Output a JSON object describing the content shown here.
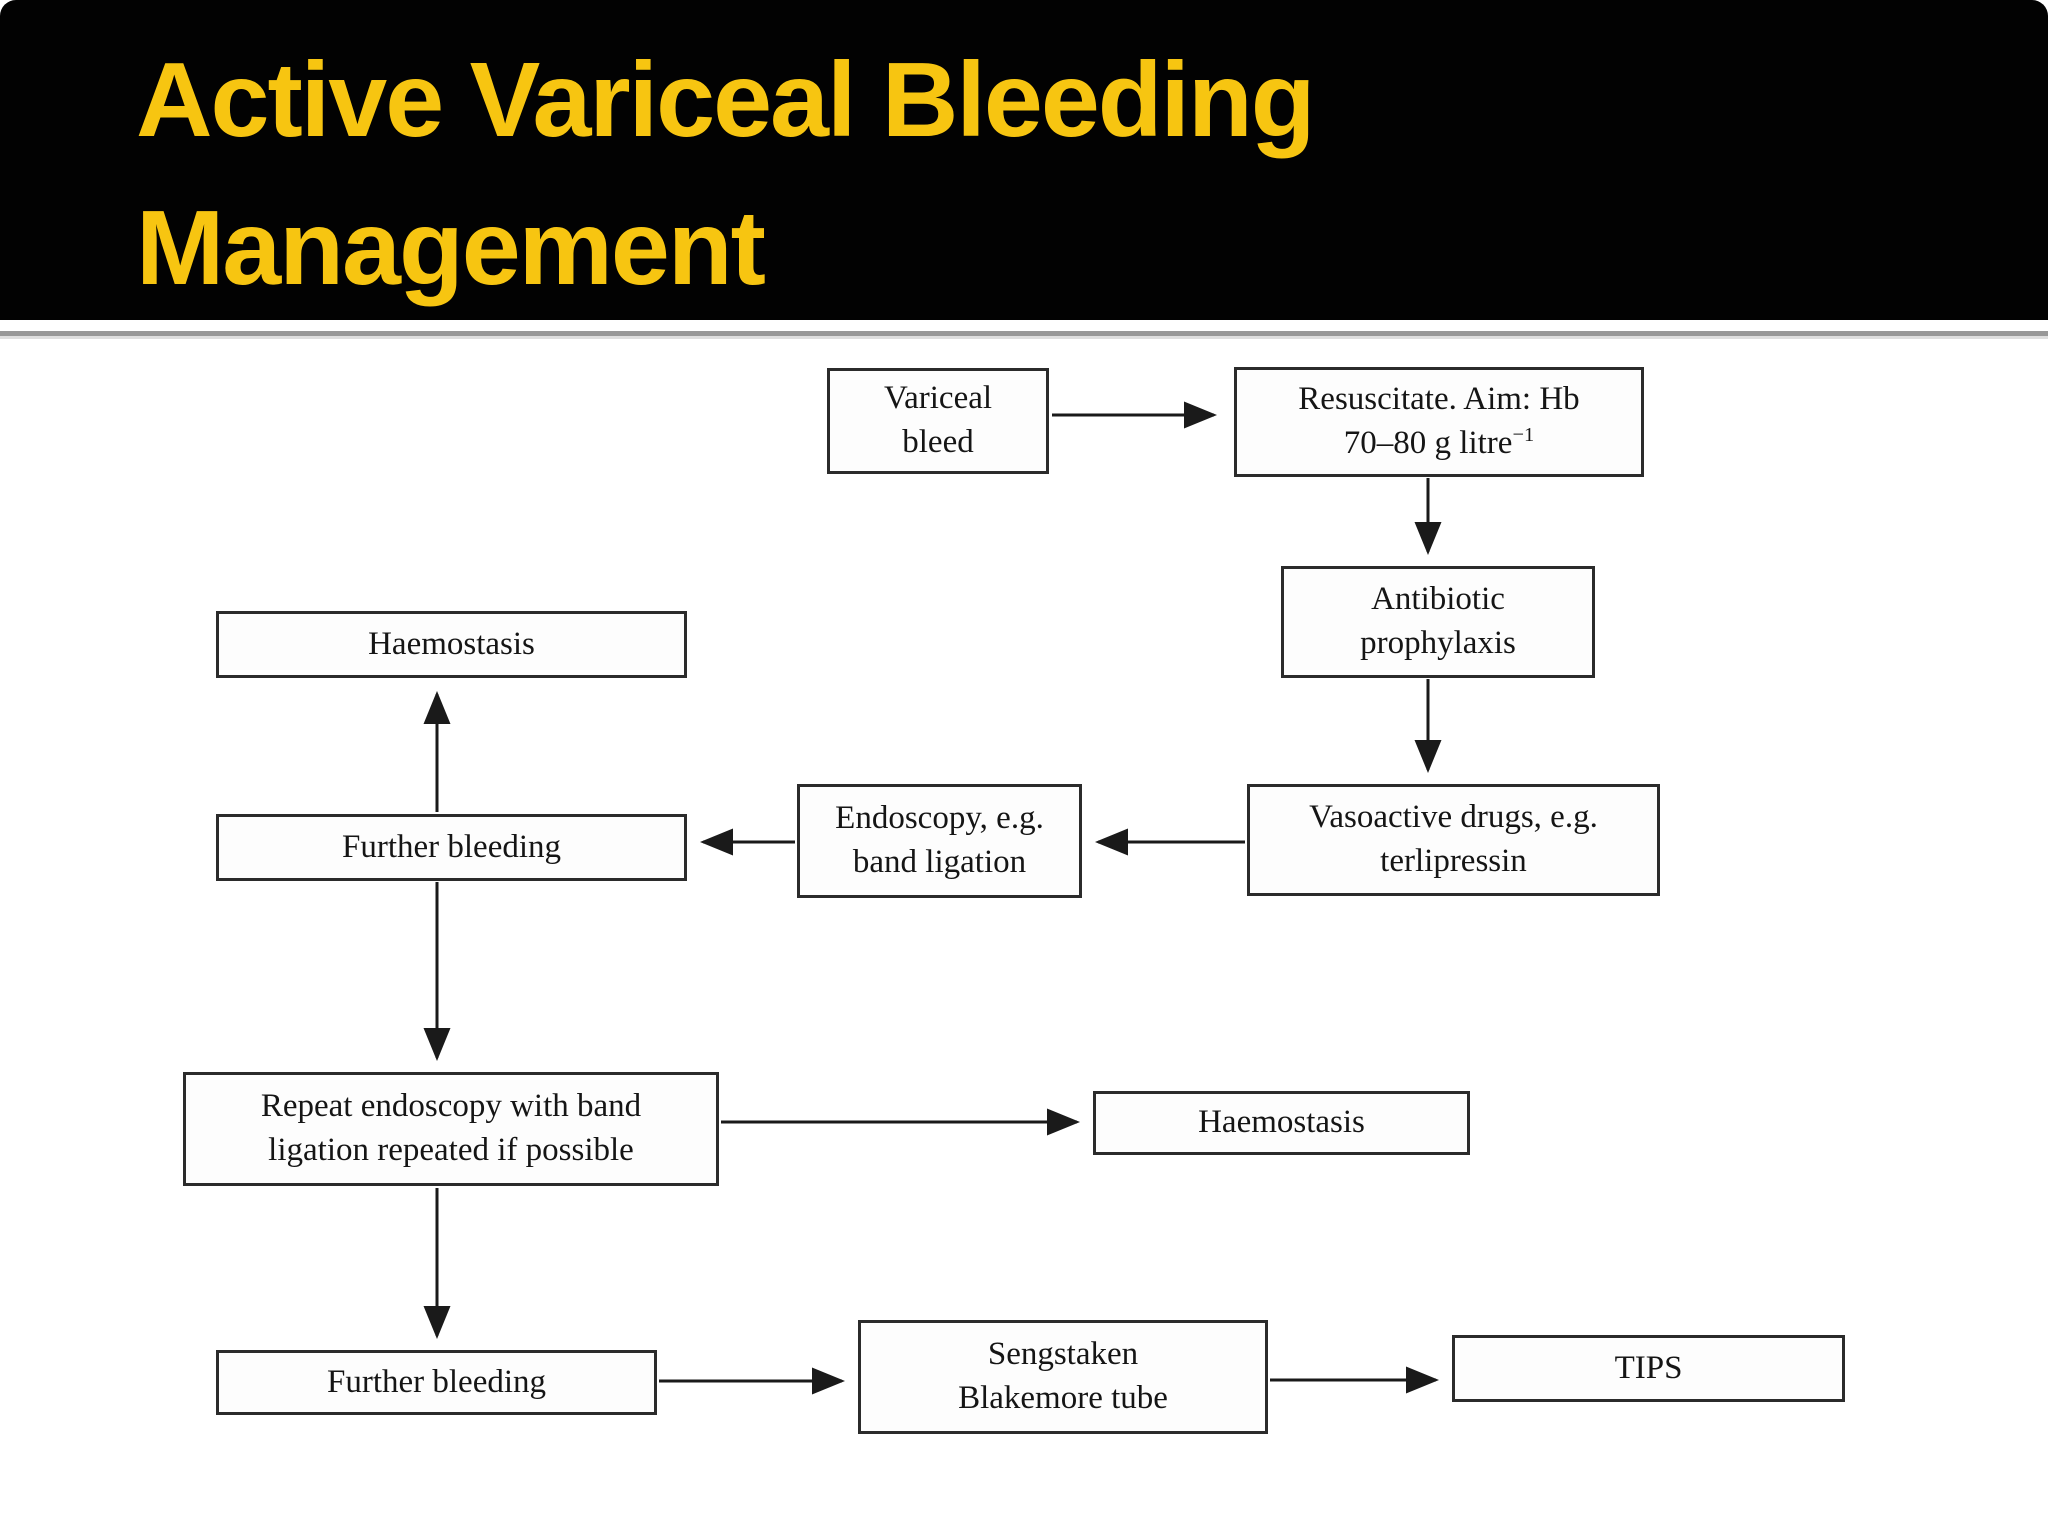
{
  "slide": {
    "title_line1": "Active Variceal Bleeding",
    "title_line2": "Management",
    "title_color": "#F7C511",
    "header_bg": "#020202",
    "divider_color": "#989898"
  },
  "flowchart": {
    "box_border_color": "#2b2b2b",
    "arrow_color": "#1a1a1a",
    "nodes": {
      "variceal_bleed": {
        "label": "Variceal bleed",
        "lines": [
          "Variceal",
          "bleed"
        ]
      },
      "resuscitate": {
        "label": "Resuscitate. Aim: Hb 70–80 g litre⁻¹",
        "lines": [
          "Resuscitate. Aim: Hb",
          "70–80 g litre"
        ],
        "sup": "−1"
      },
      "antibiotic": {
        "label": "Antibiotic prophylaxis",
        "lines": [
          "Antibiotic",
          "prophylaxis"
        ]
      },
      "vasoactive": {
        "label": "Vasoactive drugs, e.g. terlipressin",
        "lines": [
          "Vasoactive drugs, e.g.",
          "terlipressin"
        ]
      },
      "endoscopy": {
        "label": "Endoscopy, e.g. band ligation",
        "lines": [
          "Endoscopy, e.g.",
          "band ligation"
        ]
      },
      "haemostasis_1": {
        "label": "Haemostasis",
        "lines": [
          "Haemostasis"
        ]
      },
      "further_bleeding_1": {
        "label": "Further bleeding",
        "lines": [
          "Further bleeding"
        ]
      },
      "repeat_endoscopy": {
        "label": "Repeat endoscopy with band ligation repeated if possible",
        "lines": [
          "Repeat endoscopy with band",
          "ligation repeated if possible"
        ]
      },
      "haemostasis_2": {
        "label": "Haemostasis",
        "lines": [
          "Haemostasis"
        ]
      },
      "further_bleeding_2": {
        "label": "Further bleeding",
        "lines": [
          "Further bleeding"
        ]
      },
      "sengstaken": {
        "label": "Sengstaken Blakemore tube",
        "lines": [
          "Sengstaken",
          "Blakemore tube"
        ]
      },
      "tips": {
        "label": "TIPS",
        "lines": [
          "TIPS"
        ]
      }
    },
    "edges": [
      {
        "from": "variceal_bleed",
        "to": "resuscitate"
      },
      {
        "from": "resuscitate",
        "to": "antibiotic"
      },
      {
        "from": "antibiotic",
        "to": "vasoactive"
      },
      {
        "from": "vasoactive",
        "to": "endoscopy"
      },
      {
        "from": "endoscopy",
        "to": "further_bleeding_1"
      },
      {
        "from": "further_bleeding_1",
        "to": "haemostasis_1"
      },
      {
        "from": "further_bleeding_1",
        "to": "repeat_endoscopy"
      },
      {
        "from": "repeat_endoscopy",
        "to": "haemostasis_2"
      },
      {
        "from": "repeat_endoscopy",
        "to": "further_bleeding_2"
      },
      {
        "from": "further_bleeding_2",
        "to": "sengstaken"
      },
      {
        "from": "sengstaken",
        "to": "tips"
      }
    ]
  }
}
